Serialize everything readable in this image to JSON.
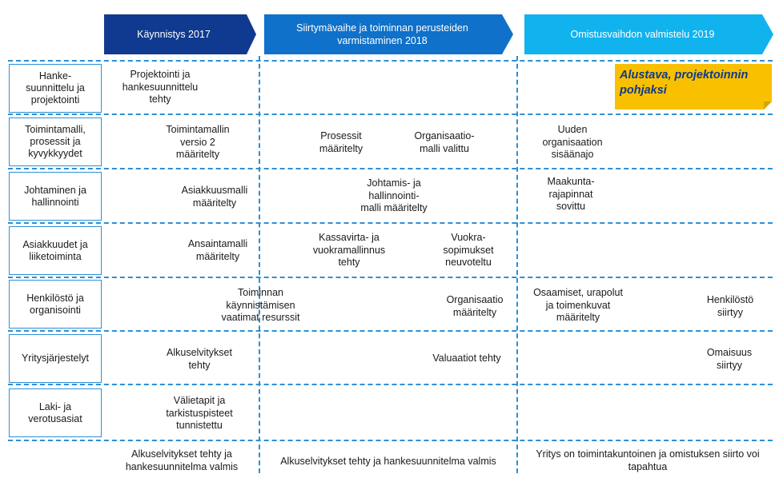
{
  "phases": [
    "Käynnistys 2017",
    "Siirtymävaihe ja toiminnan perusteiden\nvarmistaminen 2018",
    "Omistusvaihdon valmistelu 2019"
  ],
  "rows": [
    "Hanke-\nsuunnittelu ja\nprojektointi",
    "Toimintamalli,\nprosessit ja\nkyvykkyydet",
    "Johtaminen ja\nhallinnointi",
    "Asiakkuudet ja\nliiketoiminta",
    "Henkilöstö ja\norganisointi",
    "Yritysjärjestelyt",
    "Laki- ja\nverotusasiat"
  ],
  "milestones": {
    "r1_c1": "Projektointi ja\nhankesuunnittelu\ntehty",
    "r2_c1": "Toimintamallin\nversio 2\nmääritelty",
    "r2_c2a": "Prosessit\nmääritelty",
    "r2_c2b": "Organisaatio-\nmalli valittu",
    "r2_c3": "Uuden\norganisaation\nsisäänajo",
    "r3_c1": "Asiakkuusmalli\nmääritelty",
    "r3_c2": "Johtamis- ja\nhallinnointi-\nmalli määritelty",
    "r3_c3": "Maakunta-\nrajapinnat\nsovittu",
    "r4_c1": "Ansaintamalli\nmääritelty",
    "r4_c2a": "Kassavirta- ja\nvuokramallinnus\ntehty",
    "r4_c2b": "Vuokra-\nsopimukset\nneuvoteltu",
    "r5_c1": "Toiminnan\nkäynnistämisen\nvaatimat resurssit",
    "r5_c2": "Organisaatio\nmääritelty",
    "r5_c3a": "Osaamiset, urapolut\nja toimenkuvat\nmääritelty",
    "r5_c3b": "Henkilöstö\nsiirtyy",
    "r6_c1": "Alkuselvitykset\ntehty",
    "r6_c2": "Valuaatiot tehty",
    "r6_c3": "Omaisuus\nsiirtyy",
    "r7_c1": "Välietapit ja\ntarkistuspisteet\ntunnistettu"
  },
  "note": "Alustava, projektoinnin\npohjaksi",
  "footer": [
    "Alkuselvitykset tehty ja\nhankesuunnitelma valmis",
    "Alkuselvitykset tehty ja hankesuunnitelma valmis",
    "Yritys on toimintakuntoinen ja omistuksen siirto voi\ntapahtua"
  ],
  "colors": {
    "phase1": "#103a8f",
    "phase2": "#0f71c9",
    "phase3": "#10b3ee",
    "grid": "#2d8fd6",
    "note_bg": "#f9c000",
    "note_text": "#0d3a8a"
  }
}
